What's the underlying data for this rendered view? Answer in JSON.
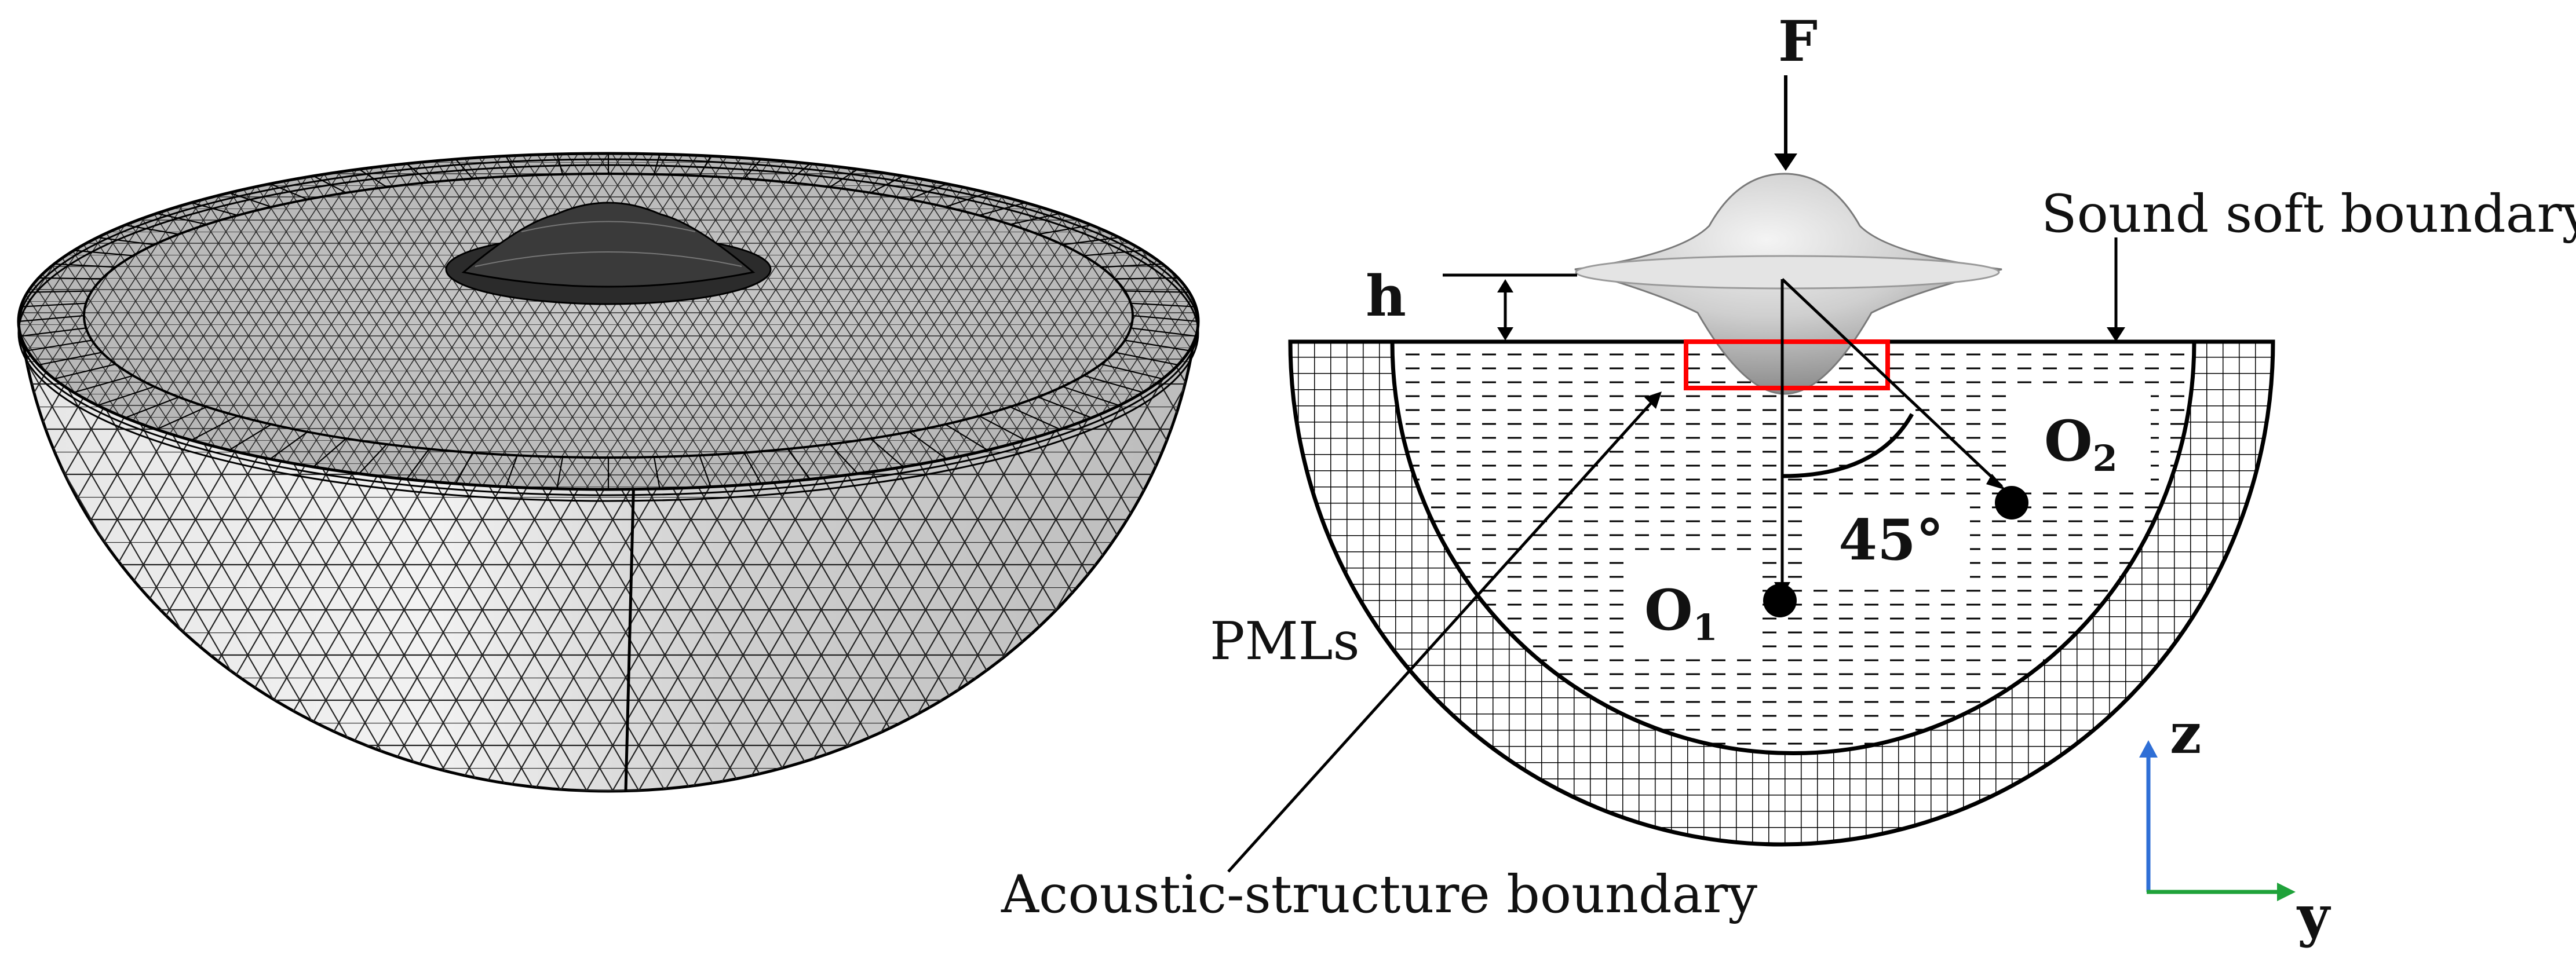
{
  "labels": {
    "force": "F",
    "gap": "h",
    "sound_soft": "Sound soft boundary",
    "pmls": "PMLs",
    "acoustic_structure": "Acoustic-structure boundary",
    "angle": "45°",
    "point1_main": "O",
    "point1_sub": "1",
    "point2_main": "O",
    "point2_sub": "2",
    "axis_z": "z",
    "axis_y": "y"
  },
  "colors": {
    "outline": "#000000",
    "highlight_box": "#ff0000",
    "axis_z": "#2f6fd6",
    "axis_y": "#1fa23a",
    "mesh_fill": "#d6d6d6",
    "shell_fill": "#bdbdbd"
  },
  "icons": {
    "point1": "filled-circle-marker",
    "point2": "filled-circle-marker"
  }
}
